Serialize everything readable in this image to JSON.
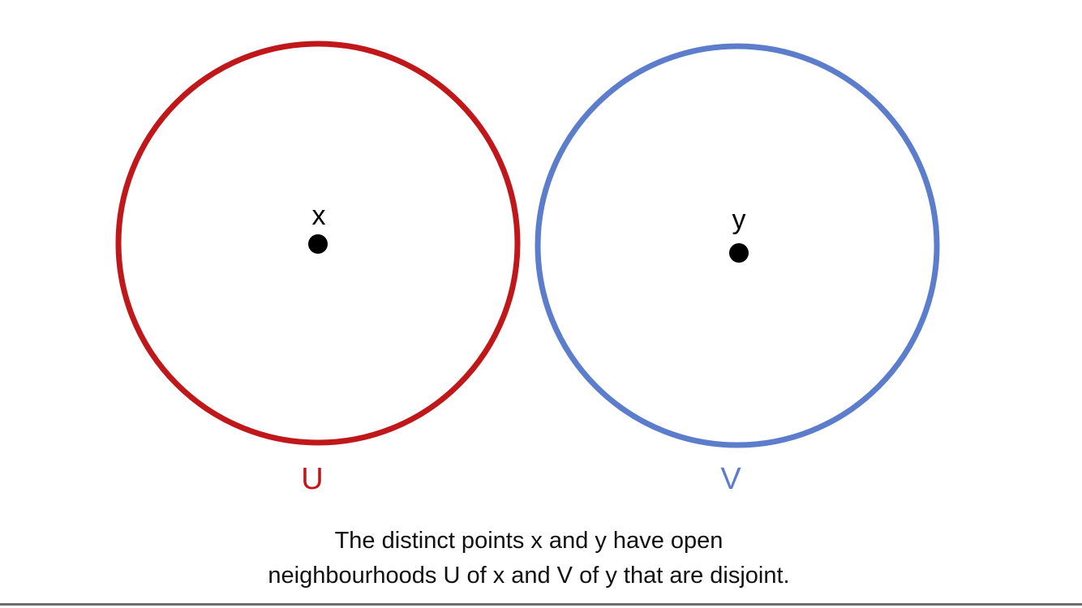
{
  "diagram": {
    "neighbourhoods": [
      {
        "label": "U",
        "point_label": "x",
        "color": "#c0181a"
      },
      {
        "label": "V",
        "point_label": "y",
        "color": "#5b7dcc"
      }
    ],
    "point_color": "#000000",
    "caption": {
      "line1": "The distinct points x and y have open",
      "line2": "neighbourhoods U of x and V of y that are disjoint."
    }
  }
}
